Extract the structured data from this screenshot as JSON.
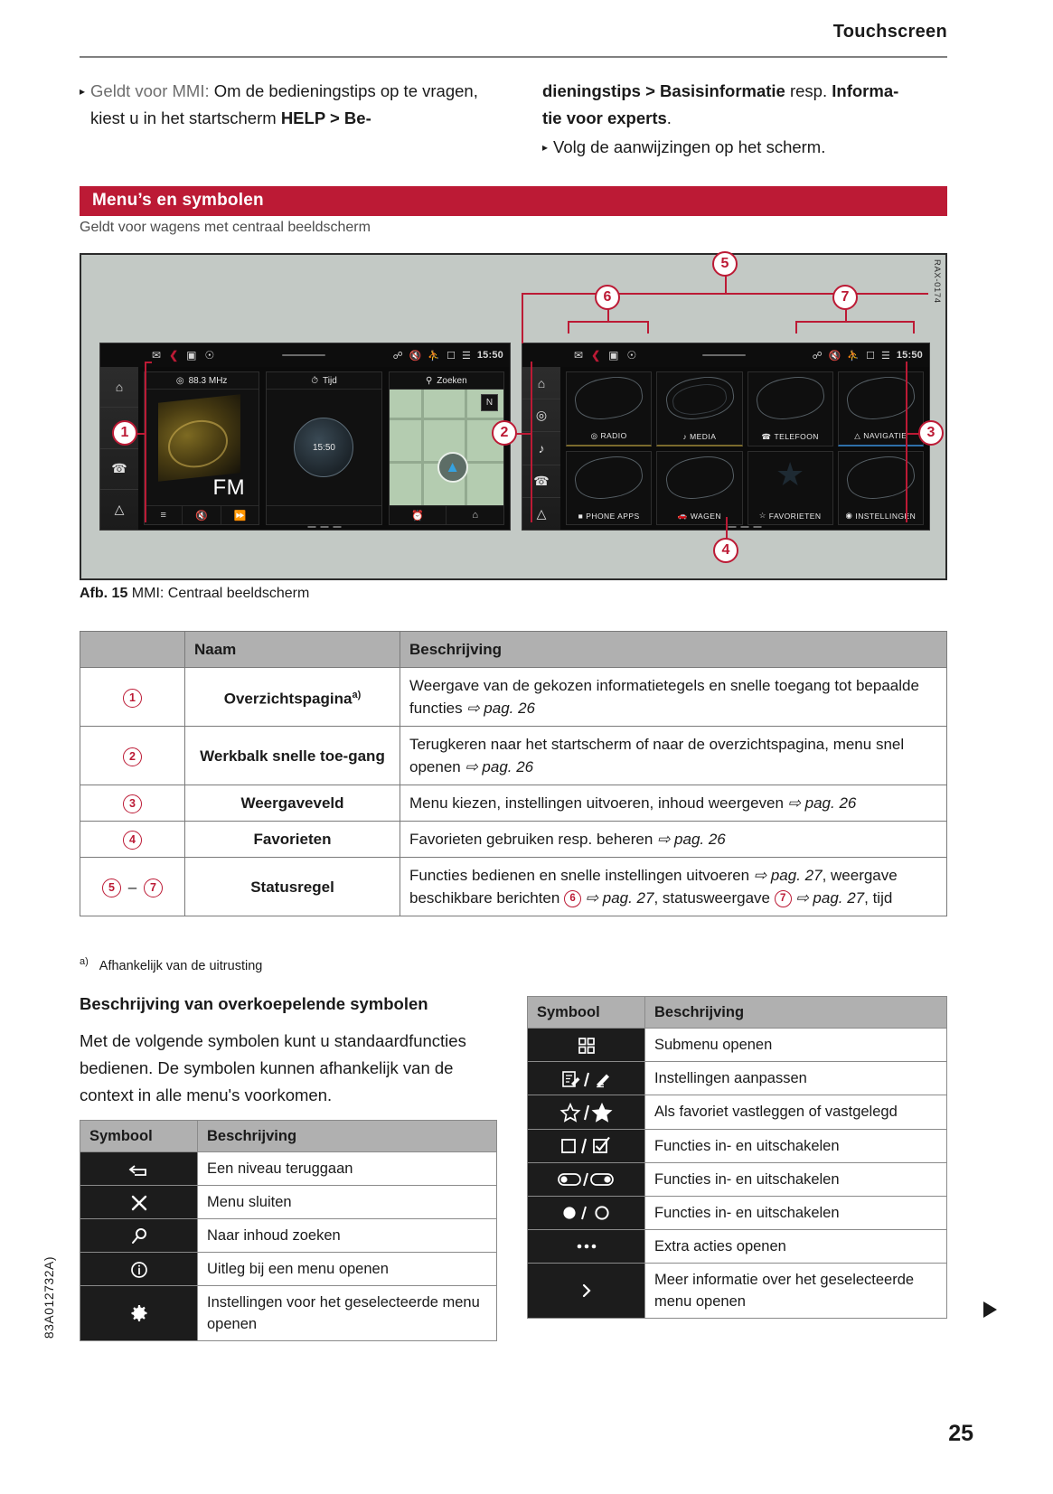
{
  "header": {
    "title": "Touchscreen"
  },
  "intro": {
    "left_bullet_marker": "▸",
    "left_lead": "Geldt voor MMI:",
    "left_text_1": " Om de bedieningstips op te vragen, kiest u in het startscherm ",
    "left_bold_1": "HELP",
    "left_sep": " > ",
    "left_bold_2": "Be-",
    "right_bold_1": "dieningstips",
    "right_sep": " > ",
    "right_bold_2": "Basisinformatie",
    "right_mid": " resp. ",
    "right_bold_3": "Informa-",
    "right_bold_4": "tie voor experts",
    "right_dot": ".",
    "right_bullet_marker": "▸",
    "right_bullet_text": "Volg de aanwijzingen op het scherm."
  },
  "section": {
    "banner_title": "Menu’s en symbolen",
    "banner_color": "#bc1a35",
    "subtitle": "Geldt voor wagens met centraal beeldscherm"
  },
  "figure": {
    "rax_code": "RAX-0174",
    "caption_label": "Afb. 15",
    "caption_text": "MMI: Centraal beeldscherm",
    "callouts": [
      "1",
      "2",
      "3",
      "4",
      "5",
      "6",
      "7"
    ],
    "left_screen": {
      "status_left_icons": [
        "envelope-icon",
        "chevron-left-icon",
        "fuel-icon",
        "dots-circle-icon"
      ],
      "status_right_icons": [
        "bluetooth-icon",
        "mute-icon",
        "user-icon",
        "phone-signal-icon",
        "network-icon"
      ],
      "clock": "15:50",
      "rail_icons": [
        "home-icon",
        "radio-icon",
        "phone-icon",
        "navigation-icon"
      ],
      "cards": [
        {
          "title": "88.3 MHz",
          "title_icon": "radio-icon",
          "body_label": "FM",
          "foot_icons": [
            "list-icon",
            "mute-icon",
            "next-icon"
          ]
        },
        {
          "title": "Tijd",
          "title_icon": "clock-icon",
          "clock_value": "15:50",
          "foot_icons": []
        },
        {
          "title": "Zoeken",
          "title_icon": "search-icon",
          "compass": "N",
          "foot_icons": [
            "recent-icon",
            "home-icon"
          ]
        }
      ]
    },
    "right_screen": {
      "status_left_icons": [
        "envelope-icon",
        "chevron-left-icon",
        "fuel-icon",
        "dots-circle-icon"
      ],
      "status_right_icons": [
        "bluetooth-icon",
        "mute-icon",
        "user-icon",
        "phone-signal-icon",
        "network-icon"
      ],
      "clock": "15:50",
      "rail_icons": [
        "home-icon",
        "radio-icon",
        "media-icon",
        "phone-icon",
        "navigation-icon"
      ],
      "tiles": [
        {
          "label": "RADIO",
          "icon": "radio-icon"
        },
        {
          "label": "MEDIA",
          "icon": "media-icon"
        },
        {
          "label": "TELEFOON",
          "icon": "phone-icon"
        },
        {
          "label": "NAVIGATIE",
          "icon": "navigation-icon"
        },
        {
          "label": "PHONE APPS",
          "icon": "phone-apps-icon"
        },
        {
          "label": "WAGEN",
          "icon": "car-icon"
        },
        {
          "label": "FAVORIETEN",
          "icon": "star-icon"
        },
        {
          "label": "INSTELLINGEN",
          "icon": "gear-icon"
        }
      ]
    }
  },
  "main_table": {
    "headers": [
      "",
      "Naam",
      "Beschrijving"
    ],
    "rows": [
      {
        "num": "1",
        "name": "Overzichtspagina",
        "name_sup": "a)",
        "desc": "Weergave van de gekozen informatietegels en snelle toegang tot bepaalde functies ",
        "desc_ref": "⇨ pag. 26"
      },
      {
        "num": "2",
        "name": "Werkbalk snelle toe-gang",
        "desc": "Terugkeren naar het startscherm of naar de overzichtspagina, menu snel openen ",
        "desc_ref": "⇨ pag. 26"
      },
      {
        "num": "3",
        "name": "Weergaveveld",
        "desc": "Menu kiezen, instellingen uitvoeren, inhoud weergeven ",
        "desc_ref": "⇨ pag. 26"
      },
      {
        "num": "4",
        "name": "Favorieten",
        "desc": "Favorieten gebruiken resp. beheren ",
        "desc_ref": "⇨ pag. 26"
      },
      {
        "num_range": [
          "5",
          "7"
        ],
        "name": "Statusregel",
        "desc_part_1": "Functies bedienen en snelle instellingen uitvoeren ",
        "desc_ref_1": "⇨ pag. 27",
        "desc_part_2": ", weergave beschikbare berichten ",
        "desc_mid_num": "6",
        "desc_ref_2": "⇨ pag. 27",
        "desc_part_3": ", statusweergave ",
        "desc_end_num": "7",
        "desc_ref_3": "⇨ pag. 27",
        "desc_part_4": ", tijd"
      }
    ]
  },
  "footnote": {
    "marker": "a)",
    "text": "Afhankelijk van de uitrusting"
  },
  "symbols_section": {
    "heading": "Beschrijving van overkoepelende symbolen",
    "intro": "Met de volgende symbolen kunt u standaardfuncties bedienen. De symbolen kunnen afhankelijk van de context in alle menu's voorkomen."
  },
  "symbol_table_left": {
    "headers": [
      "Symbool",
      "Beschrijving"
    ],
    "rows": [
      {
        "icon": "back-arrow-icon",
        "desc": "Een niveau teruggaan"
      },
      {
        "icon": "close-x-icon",
        "desc": "Menu sluiten"
      },
      {
        "icon": "search-icon",
        "desc": "Naar inhoud zoeken"
      },
      {
        "icon": "info-circle-icon",
        "desc": "Uitleg bij een menu openen"
      },
      {
        "icon": "gear-icon",
        "desc": "Instellingen voor het geselecteerde menu openen"
      }
    ]
  },
  "symbol_table_right": {
    "headers": [
      "Symbool",
      "Beschrijving"
    ],
    "rows": [
      {
        "icon": "grid-squares-icon",
        "desc": "Submenu openen"
      },
      {
        "icon": "edit-pencil-icon",
        "desc": "Instellingen aanpassen"
      },
      {
        "icon": "star-outline-filled-icon",
        "desc": "Als favoriet vastleggen of vastgelegd"
      },
      {
        "icon": "checkbox-icon",
        "desc": "Functies in- en uitschakelen"
      },
      {
        "icon": "toggle-switch-icon",
        "desc": "Functies in- en uitschakelen"
      },
      {
        "icon": "radio-button-icon",
        "desc": "Functies in- en uitschakelen"
      },
      {
        "icon": "ellipsis-icon",
        "desc": "Extra acties openen"
      },
      {
        "icon": "chevron-right-icon",
        "desc": "Meer informatie over het geselecteerde menu openen"
      }
    ]
  },
  "page_footer": {
    "doc_code": "83A012732A)",
    "page_number": "25"
  }
}
